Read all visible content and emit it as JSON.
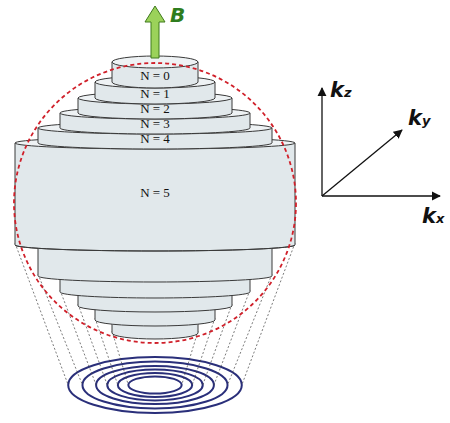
{
  "diagram": {
    "nodes": [
      {
        "text": [
          "N = 0"
        ]
      },
      {
        "text": [
          "N = 1"
        ]
      },
      {
        "text": [
          "N = 2"
        ]
      },
      {
        "text": [
          "N = 3"
        ]
      },
      {
        "text": [
          "N = 4"
        ]
      },
      {
        "text": [
          "N = 5"
        ]
      }
    ],
    "labels": [
      "B",
      "kz",
      "ky",
      "kx"
    ]
  }
}
